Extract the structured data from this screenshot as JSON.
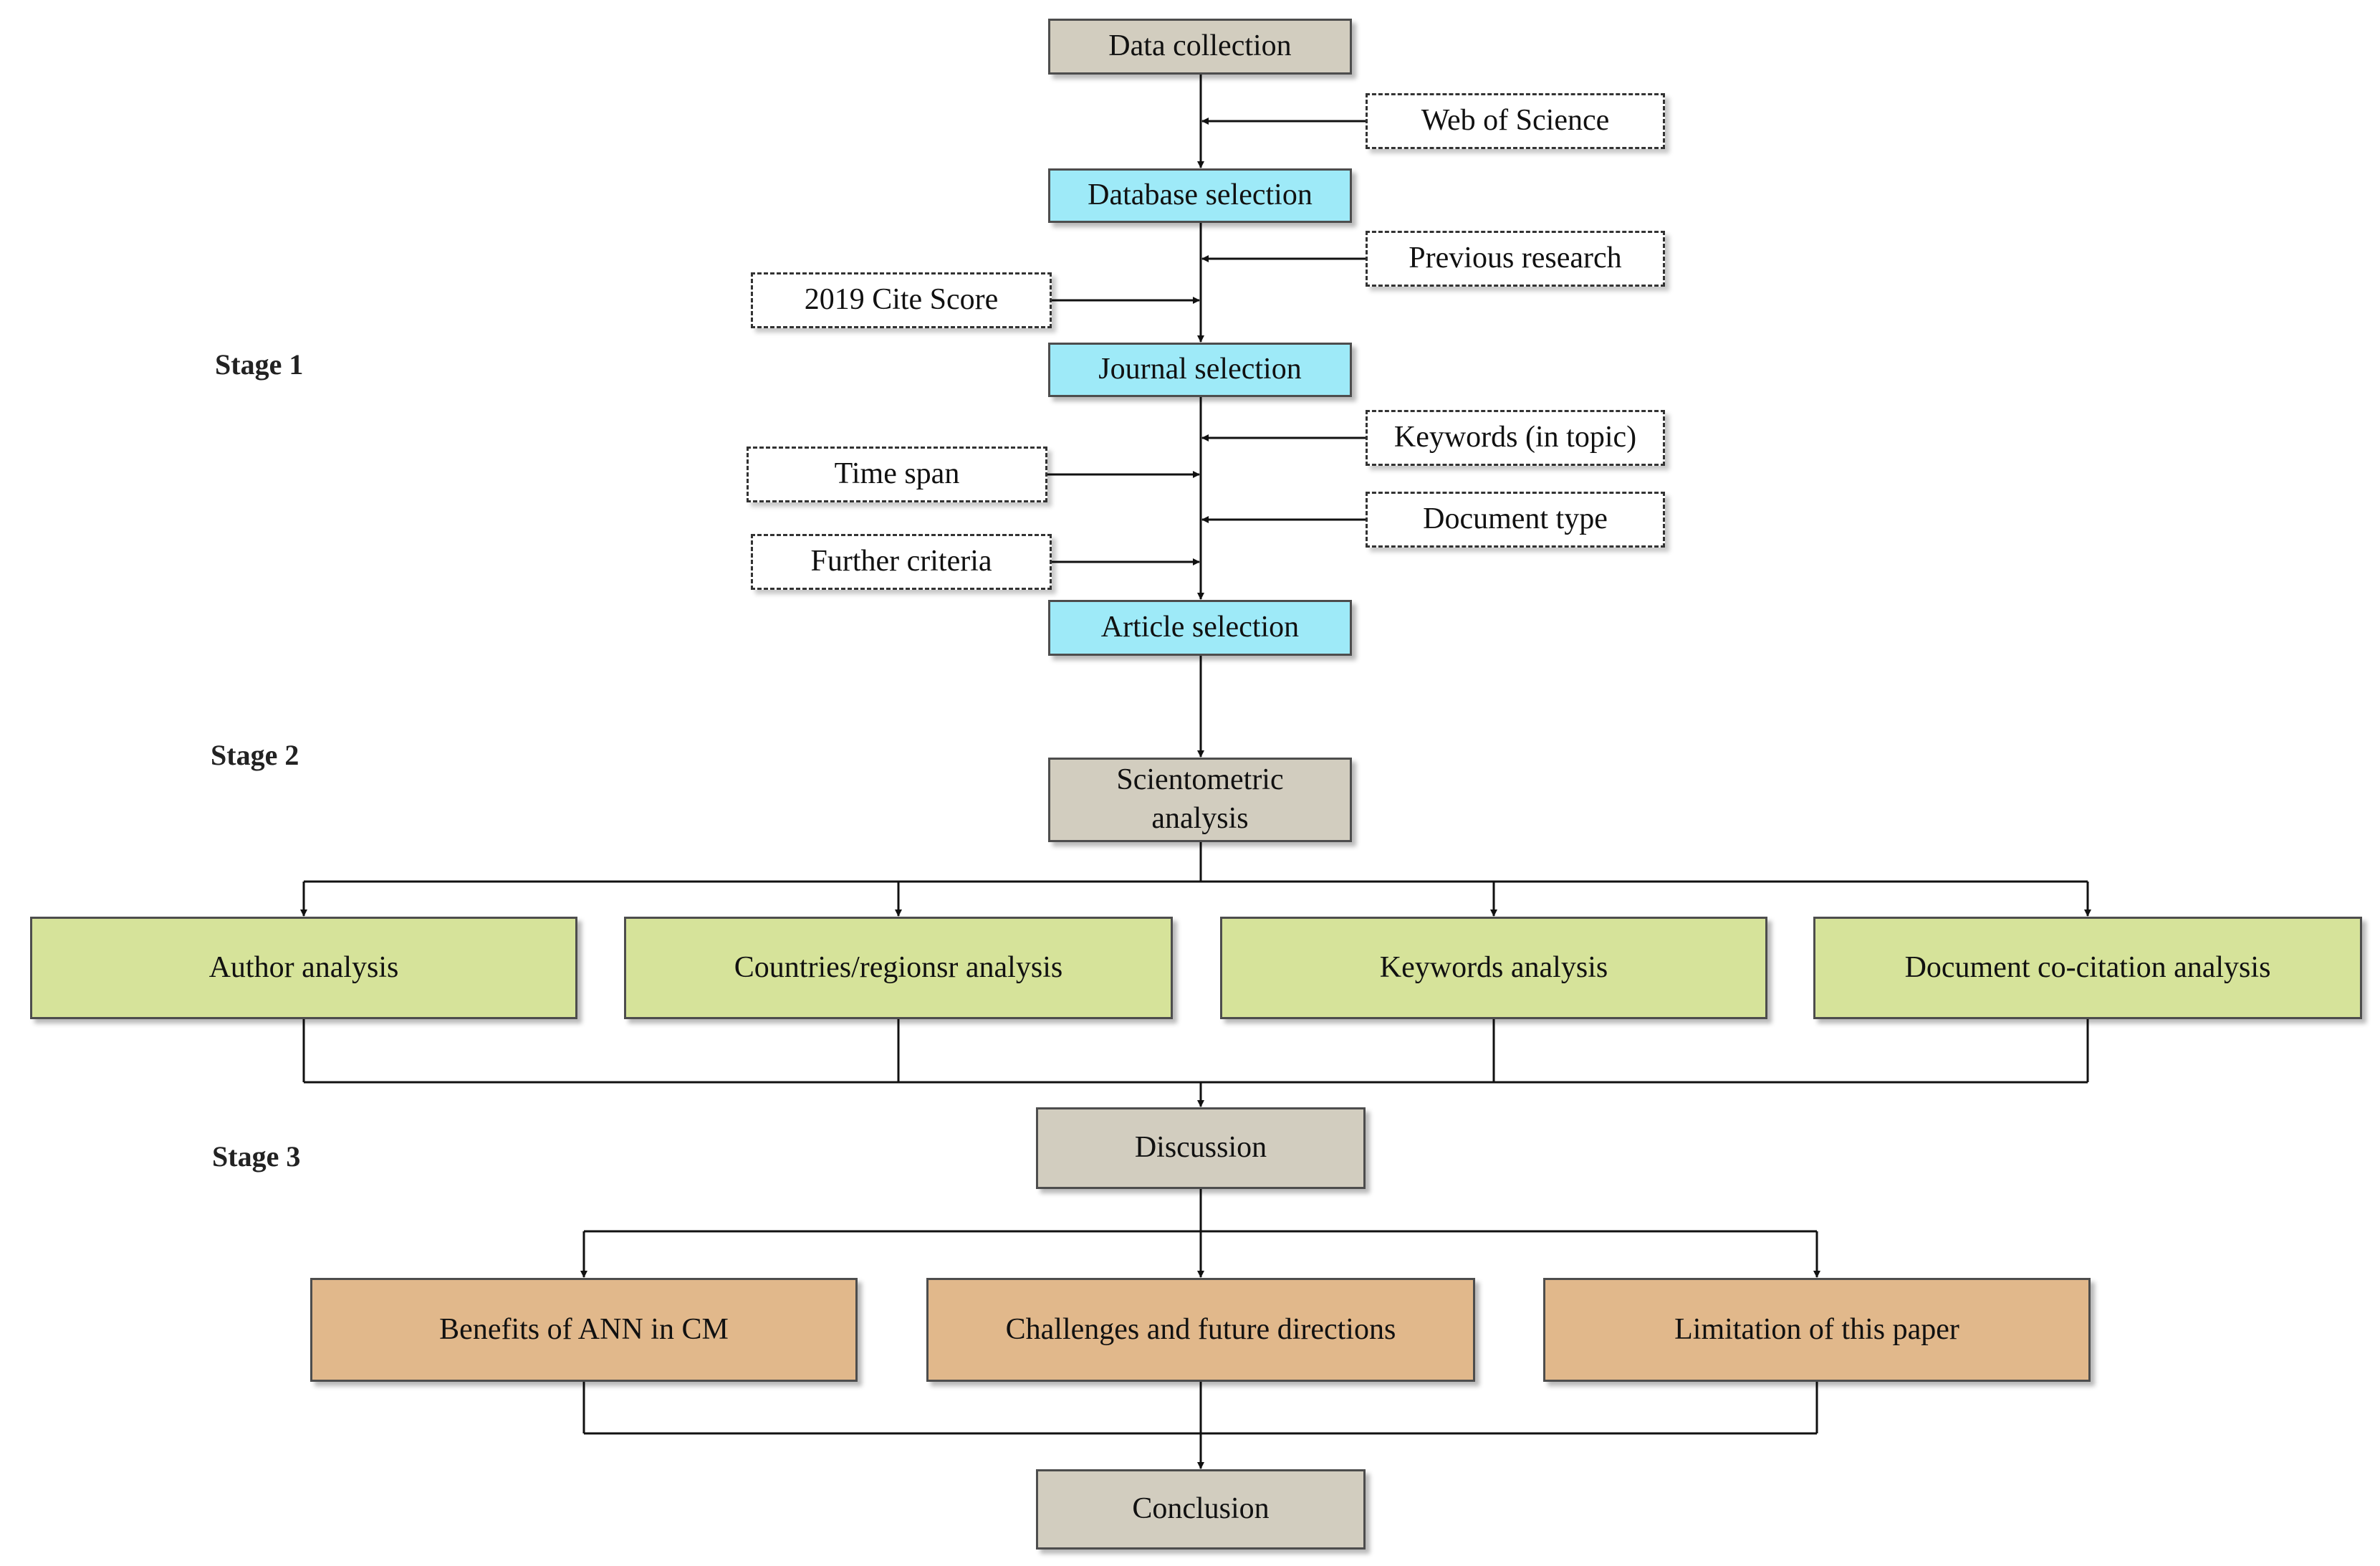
{
  "colors": {
    "grey": "#d2cdbf",
    "cyan": "#9eeaf8",
    "green": "#d6e39a",
    "orange": "#e1b88b",
    "line": "#111111"
  },
  "stages": {
    "stage1": "Stage 1",
    "stage2": "Stage 2",
    "stage3": "Stage 3"
  },
  "nodes": {
    "data_collection": "Data collection",
    "web_of_science": "Web of Science",
    "database_selection": "Database selection",
    "previous_research": "Previous research",
    "cite_score": "2019 Cite Score",
    "journal_selection": "Journal selection",
    "keywords_in_topic": "Keywords (in topic)",
    "time_span": "Time span",
    "document_type": "Document type",
    "further_criteria": "Further criteria",
    "article_selection": "Article selection",
    "scientometric_analysis": "Scientometric analysis",
    "author_analysis": "Author analysis",
    "countries_analysis": "Countries/regionsr analysis",
    "keywords_analysis": "Keywords analysis",
    "document_cocitation": "Document co-citation analysis",
    "discussion": "Discussion",
    "benefits": "Benefits of ANN in CM",
    "challenges": "Challenges and future directions",
    "limitation": "Limitation of this paper",
    "conclusion": "Conclusion"
  }
}
